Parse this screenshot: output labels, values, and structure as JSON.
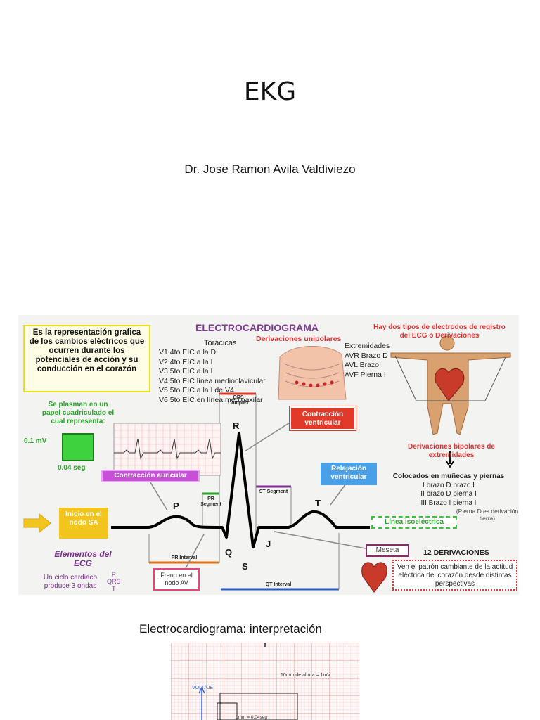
{
  "slide": {
    "title": "EKG",
    "author": "Dr. Jose Ramon Avila Valdiviezo"
  },
  "figure": {
    "title": "ELECTROCARDIOGRAMA",
    "definition": "Es la representación grafica de los cambios eléctricos que ocurren durante los potenciales de acción y su conducción en el corazón",
    "toracicas_label": "Torácicas",
    "unipolares_label": "Derivaciones unipolares",
    "chest_leads": [
      "V1 4to EIC a la D",
      "V2 4to EIC a la I",
      "V3 5to EIC a la I",
      "V4 5to EIC línea medioclavicular",
      "V5 5to EIC  a la I de V4",
      "V6 5to EIC  en línea medioaxilar"
    ],
    "extremidades_label": "Extremidades",
    "limb_leads": [
      "AVR Brazo D",
      "AVL Brazo I",
      "AVF Pierna I"
    ],
    "electrode_types": "Hay dos tipos de electrodos de registro del ECG o Derivaciones",
    "plasman": "Se plasman en un papel cuadriculado el cual representa:",
    "mv": "0.1 mV",
    "seg": "0.04 seg",
    "contraccion_auricular": "Contracción auricular",
    "contraccion_ventricular": "Contracción ventricular",
    "relajacion_ventricular": "Relajación ventricular",
    "inicio_nodo": "Inicio en el nodo SA",
    "elementos": "Elementos del ECG",
    "ciclo": "Un ciclo cardiaco produce 3 ondas",
    "pqrst": [
      "P",
      "QRS",
      "T"
    ],
    "freno": "Freno en el nodo AV",
    "meseta": "Meseta",
    "doce_derivaciones": "12 DERIVACIONES",
    "ven_patron": "Ven el patrón cambiante de la actitud eléctrica del corazón desde distintas perspectivas",
    "linea_isoelectrica": "Línea isoeléctrica",
    "bipolares": "Derivaciones bipolares de extremidades",
    "colocados_head": "Colocados en muñecas y piernas",
    "colocados_items": [
      "I brazo D brazo I",
      "II brazo D pierna I",
      "III Brazo I pierna I"
    ],
    "tierra": "(Pierna D es derivación tierra)",
    "waves": {
      "p": "P",
      "q": "Q",
      "r": "R",
      "s": "S",
      "t": "T",
      "j": "J"
    },
    "intervals": {
      "qrs_complex": "QRS Complex",
      "pr_segment": "PR Segment",
      "st_segment": "ST Segment",
      "pr_interval": "PR Interval",
      "qt_interval": "QT Interval"
    },
    "colors": {
      "purple": "#7d3a93",
      "red": "#e23a2a",
      "green": "#2aa32a",
      "blue": "#4aa0e6",
      "yellow": "#f2c51e",
      "magenta": "#c650d6"
    }
  },
  "interpretation": {
    "title": "Electrocardiograma: interpretación",
    "voltaje": "VOLTAJE",
    "altura": "10mm de altura = 1mV",
    "tiempo": "1mm = 0.04seg"
  }
}
